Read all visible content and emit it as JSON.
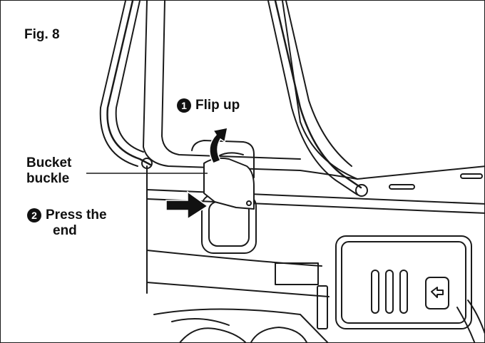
{
  "figure": {
    "title": "Fig. 8",
    "part_label_line1": "Bucket",
    "part_label_line2": "buckle",
    "step1": {
      "number": "1",
      "text": "Flip up"
    },
    "step2": {
      "number": "2",
      "text_line1": "Press the",
      "text_line2": "end"
    }
  },
  "icons": [
    "flip-up-arrow-icon",
    "press-arrow-icon"
  ]
}
